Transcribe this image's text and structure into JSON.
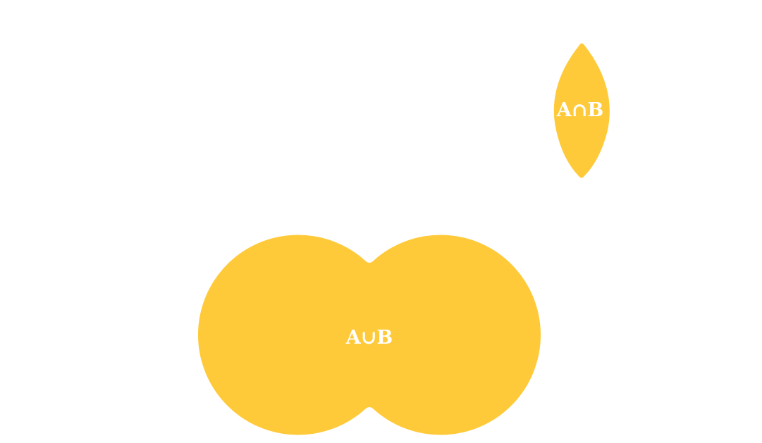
{
  "diagram": {
    "fill_color": "#FFCA3A",
    "label_color": "#FFFFFF",
    "background_color": "#FFFFFF",
    "shapes": [
      {
        "kind": "intersection",
        "label": "A∩B"
      },
      {
        "kind": "union",
        "label": "A∪B"
      }
    ]
  }
}
